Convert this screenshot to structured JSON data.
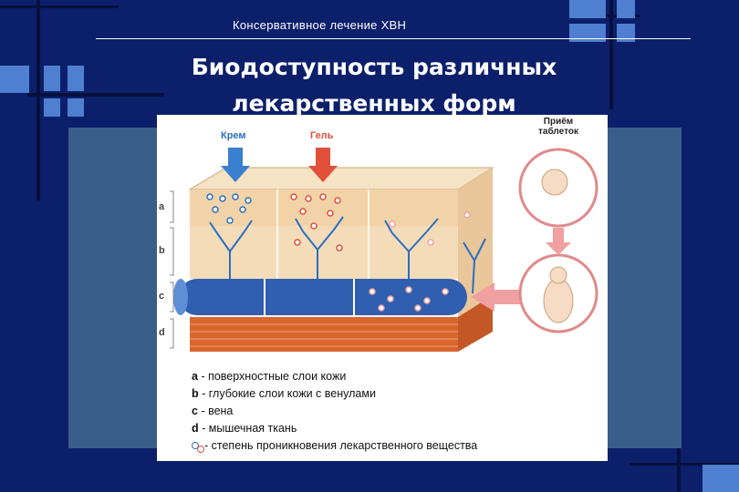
{
  "slide": {
    "header": "Консервативное лечение ХВН",
    "title": "Биодоступность различных лекарственных форм"
  },
  "figure": {
    "arrow_labels": {
      "cream": "Крем",
      "gel": "Гель",
      "tablets": "Приём таблеток"
    },
    "layer_markers": [
      "a",
      "b",
      "c",
      "d"
    ],
    "legend": [
      {
        "key": "a",
        "text": "- поверхностные слои кожи"
      },
      {
        "key": "b",
        "text": "- глубокие слои кожи с венулами"
      },
      {
        "key": "c",
        "text": "- вена"
      },
      {
        "key": "d",
        "text": "- мышечная ткань"
      },
      {
        "key": "",
        "text": "- степень проникновения лекарственного вещества"
      }
    ],
    "colors": {
      "cream_arrow": "#3a7fd0",
      "gel_arrow": "#e0503a",
      "tablet_arrow": "#f0a0a0",
      "vein": "#2f5fae",
      "muscle": "#d9662e",
      "skin": "#f3d8b0",
      "venules": "#2a6fc0"
    }
  }
}
